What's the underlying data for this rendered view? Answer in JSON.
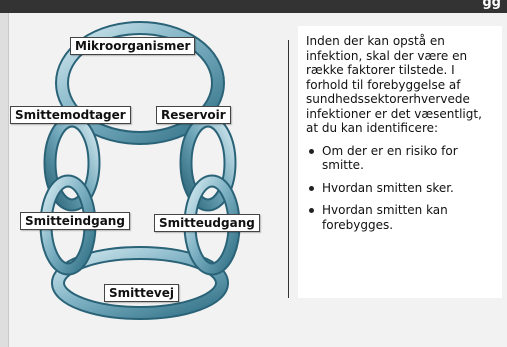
{
  "header": {
    "title": "gg"
  },
  "diagram": {
    "labels": {
      "top": "Mikroorganismer",
      "left_upper": "Smittemodtager",
      "right_upper": "Reservoir",
      "left_lower": "Smitteindgang",
      "right_lower": "Smitteudgang",
      "bottom": "Smittevej"
    },
    "colors": {
      "ring_fill": "#7fb2c4",
      "ring_dark": "#2f6f85",
      "ring_light": "#cde6ee"
    }
  },
  "panel": {
    "intro": "Inden der kan opstå en infektion, skal der være en række faktorer tilstede. I forhold til forebyggelse af sundhedssektorerhvervede infektioner er det væsentligt, at du kan identificere:",
    "bullets": [
      "Om der er en risiko for smitte.",
      "Hvordan smitten sker.",
      "Hvordan smitten kan forebygges."
    ]
  }
}
